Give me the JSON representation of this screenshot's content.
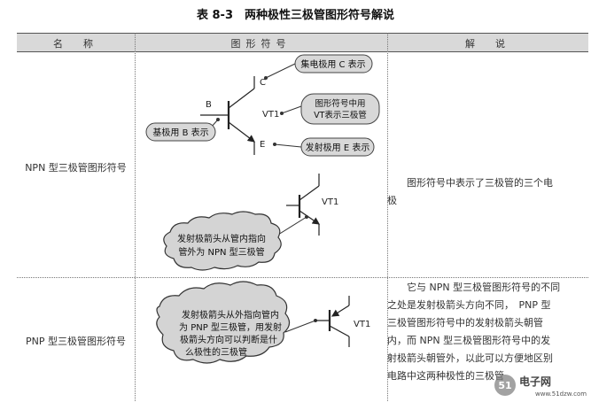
{
  "title": "表 8-3　两种极性三极管图形符号解说",
  "headers": {
    "name": "名　称",
    "symbol": "图形符号",
    "explain": "解　说"
  },
  "npn": {
    "name": "NPN 型三极管图形符号",
    "callout_c": "集电极用 C 表示",
    "callout_vt": [
      "图形符号中用",
      "VT表示三极管"
    ],
    "callout_b": "基极用 B 表示",
    "callout_e": "发射极用 E 表示",
    "label_b": "B",
    "label_c": "C",
    "label_e": "E",
    "label_vt1": "VT1",
    "label_vt1_b": "VT1",
    "cloud": [
      "发射极箭头从管内指向",
      "管外为 NPN 型三极管"
    ],
    "explain": [
      "图形符号中表示了三极管的三个电",
      "极"
    ]
  },
  "pnp": {
    "name": "PNP 型三极管图形符号",
    "cloud": [
      "发射极箭头从外指向管内",
      "为 PNP 型三极管，用发射",
      "极箭头方向可以判断是什",
      "么极性的三极管"
    ],
    "label_vt1": "VT1",
    "explain": [
      "它与 NPN 型三极管图形符号的不同",
      "之处是发射极箭头方向不同，　PNP 型",
      "三极管图形符号中的发射极箭头朝管",
      "内，而 NPN 型三极管图形符号中的发",
      "射极箭头朝管外，以此可以方便地区别",
      "电路中这两种极性的三极管"
    ]
  },
  "watermark": {
    "text": "电子网",
    "url": "www.51dzw.com"
  }
}
